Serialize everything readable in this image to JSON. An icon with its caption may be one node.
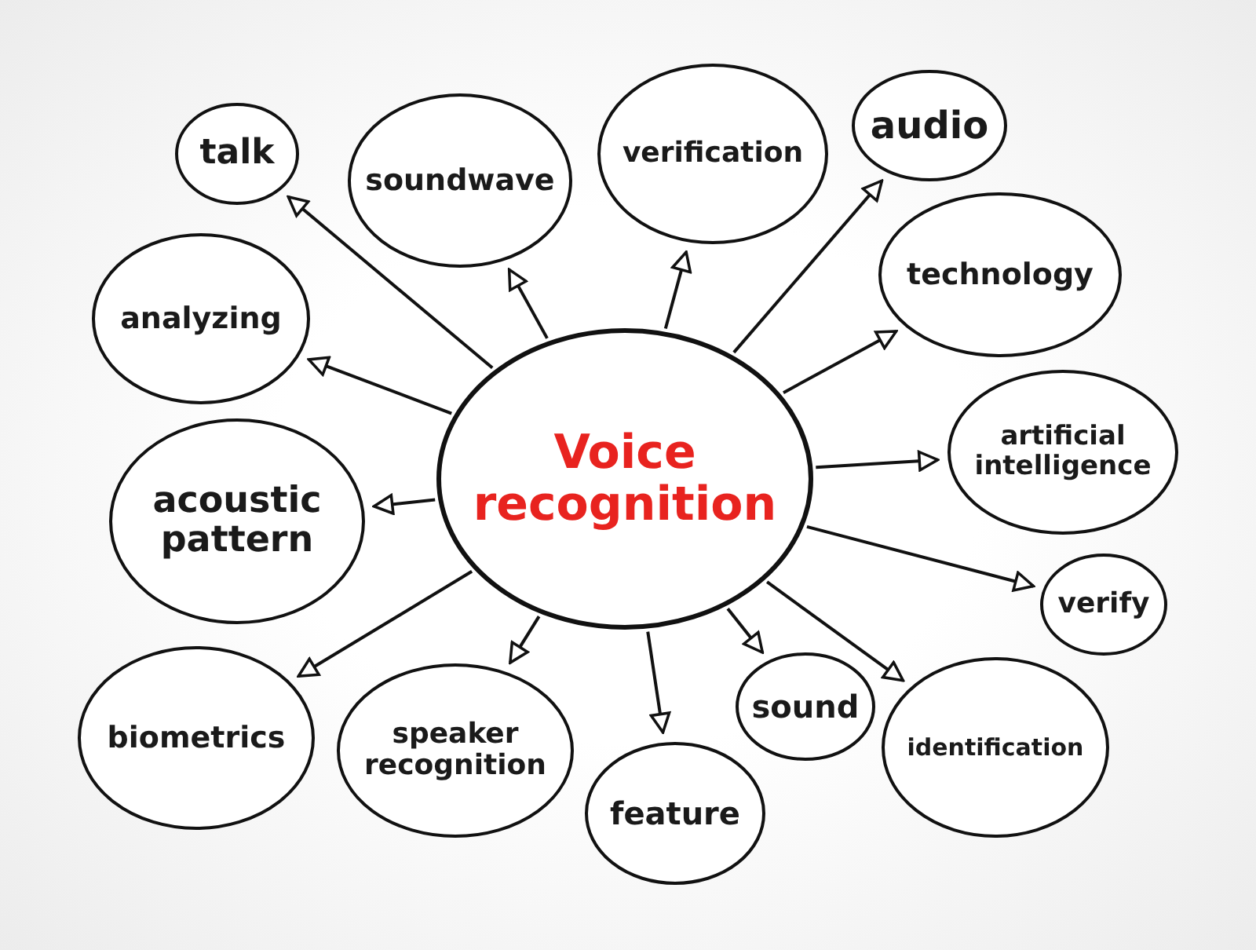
{
  "diagram": {
    "nodes": [
      {
        "text": [
          "Voice recognition"
        ]
      },
      {
        "text": [
          "talk"
        ]
      },
      {
        "text": [
          "soundwave"
        ]
      },
      {
        "text": [
          "verification"
        ]
      },
      {
        "text": [
          "audio"
        ]
      },
      {
        "text": [
          "technology"
        ]
      },
      {
        "text": [
          "analyzing"
        ]
      },
      {
        "text": [
          "artificial intelligence"
        ]
      },
      {
        "text": [
          "acoustic pattern"
        ]
      },
      {
        "text": [
          "verify"
        ]
      },
      {
        "text": [
          "biometrics"
        ]
      },
      {
        "text": [
          "speaker recognition"
        ]
      },
      {
        "text": [
          "feature"
        ]
      },
      {
        "text": [
          "sound"
        ]
      },
      {
        "text": [
          "identification"
        ]
      }
    ],
    "edges": [
      {
        "from": 0,
        "to": 1,
        "arrow": "to"
      },
      {
        "from": 0,
        "to": 2,
        "arrow": "to"
      },
      {
        "from": 0,
        "to": 3,
        "arrow": "to"
      },
      {
        "from": 0,
        "to": 4,
        "arrow": "to"
      },
      {
        "from": 0,
        "to": 5,
        "arrow": "to"
      },
      {
        "from": 0,
        "to": 6,
        "arrow": "to"
      },
      {
        "from": 0,
        "to": 7,
        "arrow": "to"
      },
      {
        "from": 0,
        "to": 8,
        "arrow": "to"
      },
      {
        "from": 0,
        "to": 9,
        "arrow": "to"
      },
      {
        "from": 0,
        "to": 10,
        "arrow": "to"
      },
      {
        "from": 0,
        "to": 11,
        "arrow": "to"
      },
      {
        "from": 0,
        "to": 12,
        "arrow": "to"
      },
      {
        "from": 0,
        "to": 13,
        "arrow": "to"
      },
      {
        "from": 0,
        "to": 14,
        "arrow": "to"
      }
    ]
  }
}
